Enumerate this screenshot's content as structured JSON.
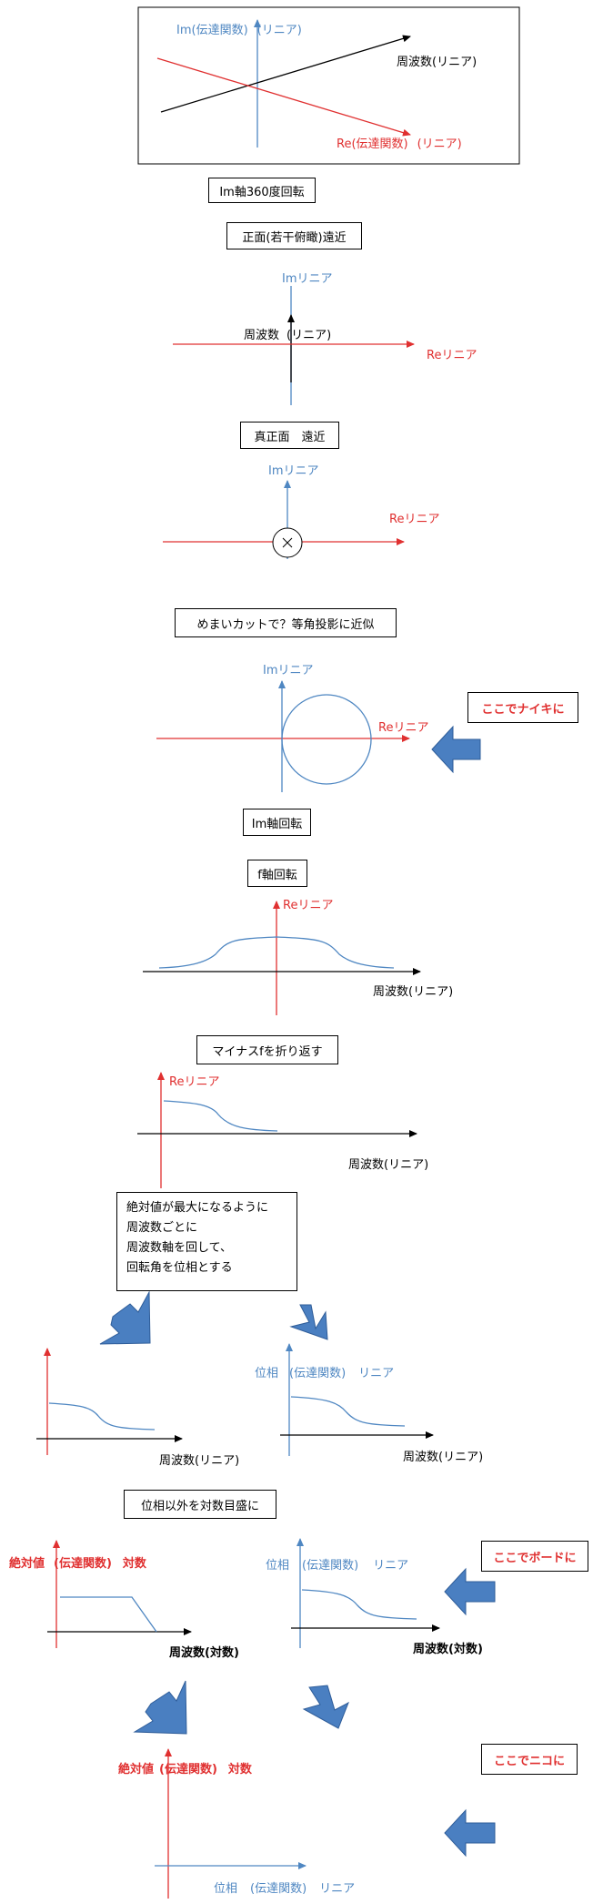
{
  "colors": {
    "red": "#e03030",
    "blue": "#4f87c2",
    "black": "#000000",
    "arrow_fill": "#4a7fc1"
  },
  "panel1": {
    "im_label": "Im(伝達関数)",
    "im_suffix": "(リニア)",
    "freq_label": "周波数(リニア)",
    "re_label": "Re(伝達関数)",
    "re_suffix": "(リニア)"
  },
  "steps": {
    "im_rotate_360": "Im軸360度回転",
    "front_oblique": "正面(若干俯瞰)遠近",
    "true_front": "真正面　遠近",
    "vertigo": "めまいカットで？等角投影に近似",
    "im_rotate": "Im軸回転",
    "f_rotate": "f軸回転",
    "fold_negative": "マイナスfを折り返す",
    "log_scale": "位相以外を対数目盛に"
  },
  "persp": {
    "im": "Imリニア",
    "freq": "周波数",
    "freq_suffix": "(リニア)",
    "re": "Reリニア"
  },
  "front": {
    "im": "Imリニア",
    "re": "Reリニア"
  },
  "nyquist": {
    "im": "Imリニア",
    "re": "Reリニア",
    "callout": "ここでナイキに"
  },
  "frot": {
    "re": "Reリニア",
    "freq": "周波数(リニア)"
  },
  "fold": {
    "re": "Reリニア",
    "freq": "周波数(リニア)"
  },
  "note_lines": [
    "絶対値が最大になるように",
    "周波数ごとに",
    "周波数軸を回して、",
    "回転角を位相とする"
  ],
  "split": {
    "left_freq": "周波数(リニア)",
    "right_phase": "位相",
    "right_phase_tf": "(伝達関数)",
    "right_phase_lin": "リニア",
    "right_freq": "周波数(リニア)"
  },
  "bode": {
    "abs": "絶対値",
    "abs_tf": "(伝達関数)",
    "abs_log": "対数",
    "freq_left": "周波数(対数)",
    "phase": "位相",
    "phase_tf": "(伝達関数)",
    "phase_lin": "リニア",
    "freq_right": "周波数(対数)",
    "callout": "ここでボードに"
  },
  "nichols": {
    "abs": "絶対値",
    "abs_tf": "(伝達関数)",
    "abs_log": "対数",
    "phase": "位相",
    "phase_tf": "(伝達関数)",
    "phase_lin": "リニア",
    "callout": "ここでニコに"
  }
}
